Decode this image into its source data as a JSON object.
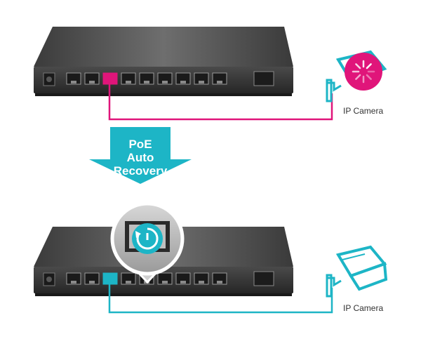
{
  "diagram": {
    "feature_label_lines": [
      "PoE",
      "Auto",
      "Recovery"
    ],
    "camera_top": {
      "label": "IP Camera",
      "state": "fault",
      "icon": "ip-camera-icon"
    },
    "camera_bottom": {
      "label": "IP Camera",
      "state": "recovered",
      "icon": "ip-camera-icon"
    },
    "switch_top": {
      "ports": 9,
      "active_port_index": 2,
      "active_color": "#e0157a",
      "icon": "network-switch-icon"
    },
    "switch_bottom": {
      "ports": 9,
      "active_port_index": 2,
      "active_color": "#1db5c6",
      "icon": "network-switch-icon"
    },
    "colors": {
      "fault": "#e0157a",
      "recovered": "#1db5c6",
      "arrow": "#1db5c6",
      "camera_outline": "#1db5c6"
    }
  }
}
